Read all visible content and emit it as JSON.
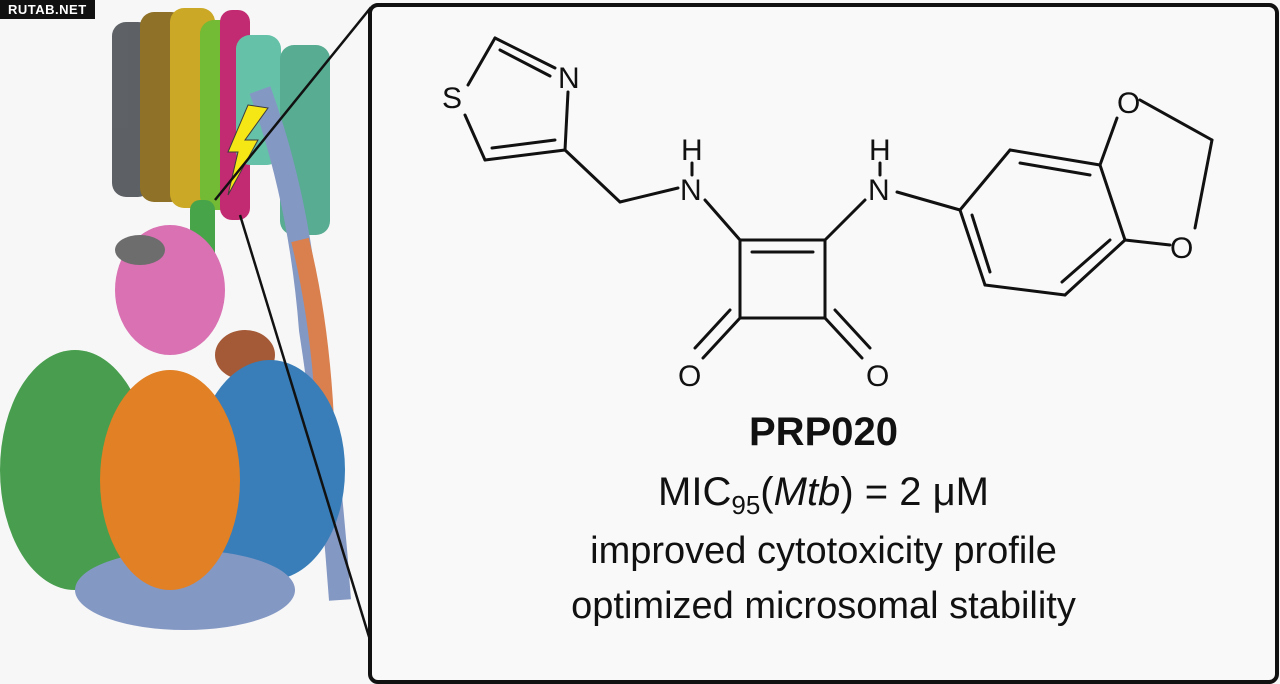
{
  "watermark": "RUTAB.NET",
  "molecule": {
    "atoms": {
      "s1": "S",
      "n1": "N",
      "h1": "H",
      "n2": "N",
      "h2": "H",
      "n3": "N",
      "o1": "O",
      "o2": "O",
      "o3": "O",
      "o4": "O"
    }
  },
  "compound": {
    "name": "PRP020",
    "mic_prefix": "MIC",
    "mic_sub": "95",
    "mic_open": "(",
    "mic_organism": "Mtb",
    "mic_value": ") = 2 μM",
    "line1": "improved cytotoxicity profile",
    "line2": "optimized microsomal stability"
  },
  "colors": {
    "border": "#111111",
    "lightning": "#f5e60a"
  }
}
